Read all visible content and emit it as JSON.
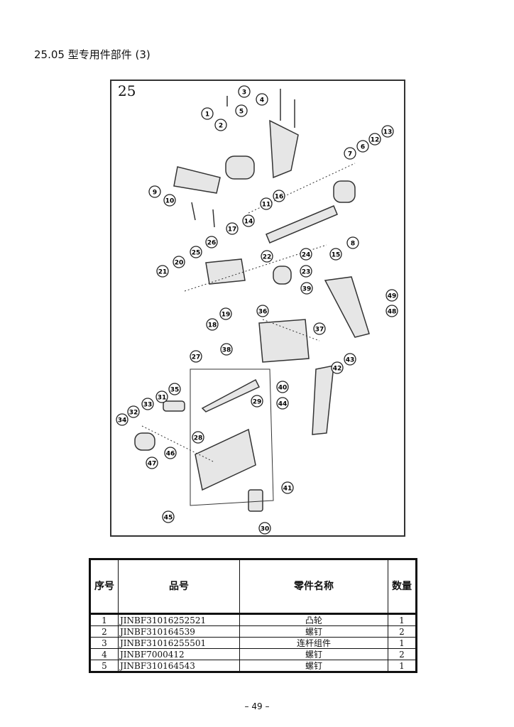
{
  "title": "25.05 型专用件部件 (3)",
  "figure": {
    "number": "25",
    "callouts": [
      "1",
      "2",
      "3",
      "4",
      "5",
      "6",
      "7",
      "8",
      "9",
      "10",
      "11",
      "12",
      "13",
      "14",
      "15",
      "16",
      "17",
      "18",
      "19",
      "20",
      "21",
      "22",
      "23",
      "24",
      "25",
      "26",
      "27",
      "28",
      "29",
      "30",
      "31",
      "32",
      "33",
      "34",
      "35",
      "36",
      "37",
      "38",
      "39",
      "40",
      "41",
      "42",
      "43",
      "44",
      "45",
      "46",
      "47",
      "48",
      "49"
    ]
  },
  "table": {
    "headers": [
      "序号",
      "品号",
      "零件名称",
      "数量"
    ],
    "rows": [
      [
        "1",
        "JINBF31016252521",
        "凸轮",
        "1"
      ],
      [
        "2",
        "JINBF310164539",
        "螺钉",
        "2"
      ],
      [
        "3",
        "JINBF31016255501",
        "连杆组件",
        "1"
      ],
      [
        "4",
        "JINBF7000412",
        "螺钉",
        "2"
      ],
      [
        "5",
        "JINBF310164543",
        "螺钉",
        "1"
      ]
    ]
  },
  "page_number": "– 49 –"
}
